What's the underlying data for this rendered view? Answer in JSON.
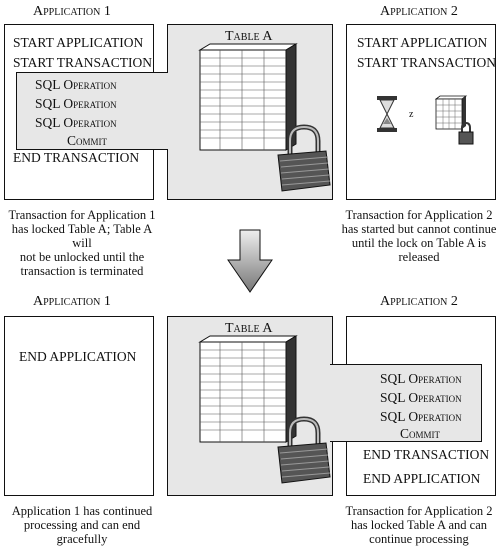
{
  "top": {
    "app1_header": "Application 1",
    "app2_header": "Application 2",
    "table_title": "Table A",
    "app1": {
      "start_app": "START APPLICATION",
      "start_tx": "START TRANSACTION",
      "ops": [
        "SQL Operation",
        "SQL Operation",
        "SQL Operation"
      ],
      "commit": "Commit",
      "end_tx": "END TRANSACTION"
    },
    "app2": {
      "start_app": "START APPLICATION",
      "start_tx": "START TRANSACTION",
      "z_label": "z"
    },
    "caption_left": [
      "Transaction for Application 1",
      "has locked Table A; Table A will",
      "not be unlocked until the",
      "transaction is terminated"
    ],
    "caption_right": [
      "Transaction for Application 2",
      "has started but cannot continue",
      "until the lock on Table A is",
      "released"
    ]
  },
  "bottom": {
    "app1_header": "Application 1",
    "app2_header": "Application 2",
    "table_title": "Table A",
    "app1": {
      "end_app": "END APPLICATION"
    },
    "app2": {
      "ops": [
        "SQL Operation",
        "SQL Operation",
        "SQL Operation"
      ],
      "commit": "Commit",
      "end_tx": "END TRANSACTION",
      "end_app": "END APPLICATION"
    },
    "caption_left": [
      "Application 1 has continued",
      "processing and can end",
      "gracefully"
    ],
    "caption_right": [
      "Transaction for Application 2",
      "has locked Table A and can",
      "continue processing"
    ]
  },
  "colors": {
    "panel_gray": "#e7e7e7",
    "table_fill": "#ffffff",
    "lock_body": "#555555"
  }
}
